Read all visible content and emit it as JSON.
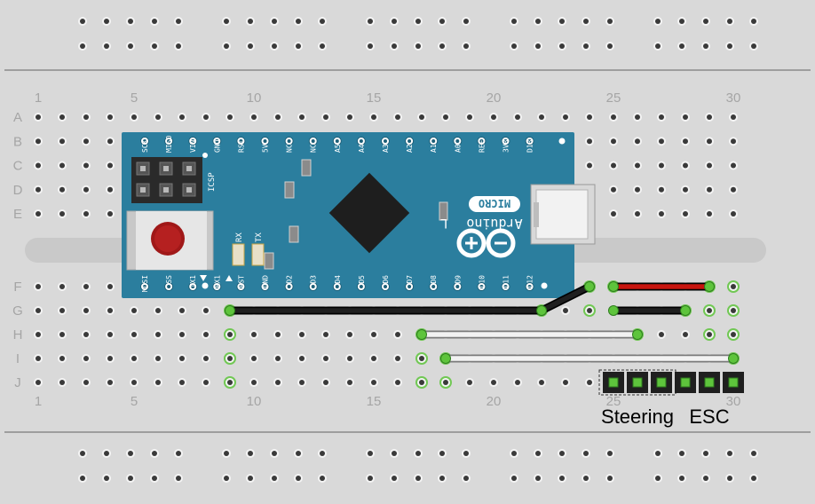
{
  "breadboard": {
    "column_numbers": [
      "1",
      "5",
      "10",
      "15",
      "20",
      "25",
      "30"
    ],
    "column_number_positions": [
      1,
      5,
      10,
      15,
      20,
      25,
      30
    ],
    "row_labels": [
      "A",
      "B",
      "C",
      "D",
      "E",
      "F",
      "G",
      "H",
      "I",
      "J"
    ],
    "colors": {
      "body": "#d9d9d9",
      "hole": "#3a3a3a",
      "hole_ring": "#f4f4f4",
      "highlight": "#5ec43c",
      "rail_line": "#8a8a8a",
      "text": "#a5a5a5"
    }
  },
  "arduino": {
    "board_color": "#2b7e9e",
    "top_pins": [
      "SCK",
      "MISO",
      "VIN",
      "GND",
      "RST",
      "5V",
      "NC",
      "NC",
      "A5",
      "A4",
      "A3",
      "A2",
      "A1",
      "A0",
      "REF",
      "3V3",
      "D13"
    ],
    "bottom_pins": [
      "MOSI",
      "SS",
      "TX1",
      "RX1",
      "RST",
      "GND",
      "D2",
      "D3",
      "D4",
      "D5",
      "D6",
      "D7",
      "D8",
      "D9",
      "D10",
      "D11",
      "D12"
    ],
    "icsp_label": "ICSP",
    "led_labels": [
      "RX",
      "TX"
    ],
    "logo_text": "Arduino",
    "logo_mark": "L",
    "model_badge": "MICRO"
  },
  "wires": [
    {
      "from_hole": "F24",
      "to_hole": "G22",
      "color": "#1f1f1f"
    },
    {
      "from_hole": "G9",
      "to_hole": "G22",
      "color": "#1f1f1f"
    },
    {
      "from_hole": "F25",
      "to_hole": "F29",
      "color": "#c8140e"
    },
    {
      "from_hole": "G25",
      "to_hole": "G28",
      "color": "#1f1f1f"
    },
    {
      "from_hole": "H17",
      "to_hole": "H26",
      "color": "#f2f2f2"
    },
    {
      "from_hole": "I18",
      "to_hole": "I30",
      "color": "#f2f2f2"
    }
  ],
  "headers": {
    "steering": {
      "label": "Steering",
      "columns": [
        25,
        26,
        27
      ]
    },
    "esc": {
      "label": "ESC",
      "columns": [
        28,
        29,
        30
      ]
    }
  }
}
